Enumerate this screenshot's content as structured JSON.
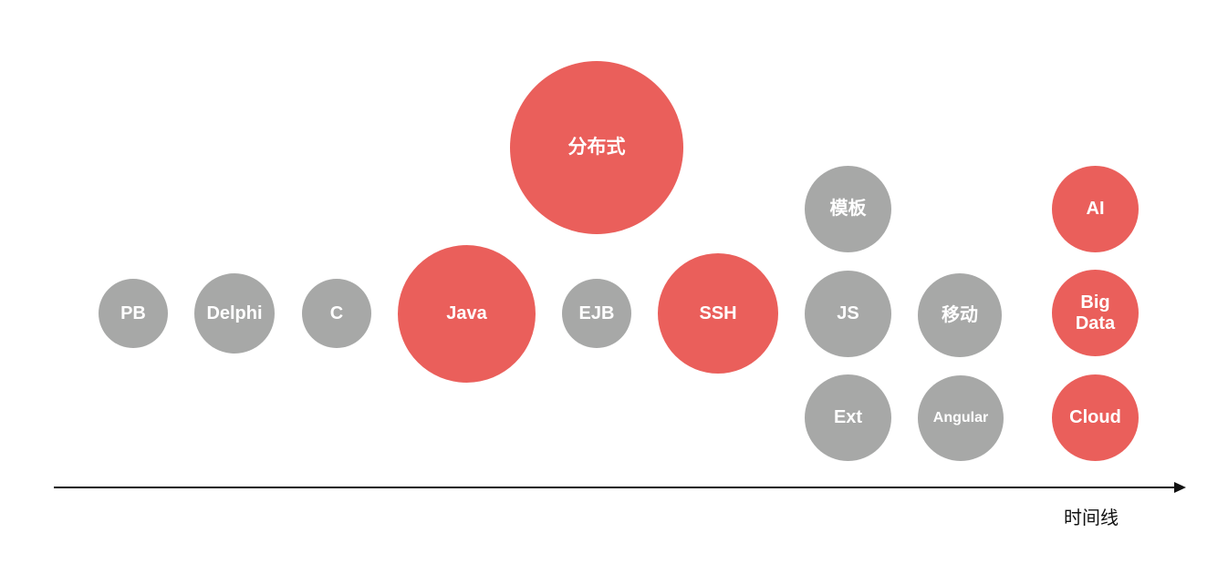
{
  "bubbles": {
    "pb": {
      "label": "PB",
      "color": "gray"
    },
    "delphi": {
      "label": "Delphi",
      "color": "gray"
    },
    "c": {
      "label": "C",
      "color": "gray"
    },
    "java": {
      "label": "Java",
      "color": "red"
    },
    "dist": {
      "label": "分布式",
      "color": "red"
    },
    "ejb": {
      "label": "EJB",
      "color": "gray"
    },
    "ssh": {
      "label": "SSH",
      "color": "red"
    },
    "template": {
      "label": "模板",
      "color": "gray"
    },
    "js": {
      "label": "JS",
      "color": "gray"
    },
    "ext": {
      "label": "Ext",
      "color": "gray"
    },
    "mobile": {
      "label": "移动",
      "color": "gray"
    },
    "angular": {
      "label": "Angular",
      "color": "gray"
    },
    "ai": {
      "label": "AI",
      "color": "red"
    },
    "bigdata": {
      "label": "Big\nData",
      "color": "red"
    },
    "cloud": {
      "label": "Cloud",
      "color": "red"
    }
  },
  "timeline": {
    "label": "时间线"
  },
  "colors": {
    "gray": "#a7a8a7",
    "red": "#ea5f5b",
    "axis": "#111111"
  }
}
